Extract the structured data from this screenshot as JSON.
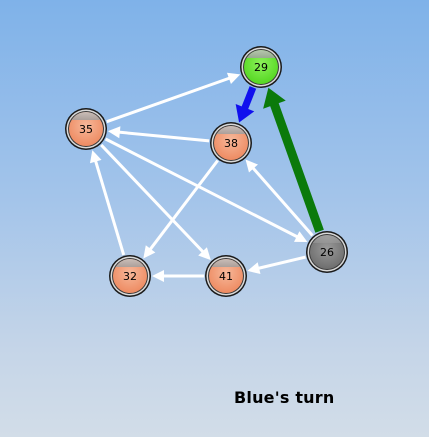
{
  "status": {
    "turn_text": "Blue's turn"
  },
  "colors": {
    "peach": "#f0a07c",
    "peach_dark": "#ee8e66",
    "green_node": "#71e53a",
    "gray_node": "#8a8a8a",
    "edge_white": "#ffffff",
    "edge_blue": "#1010ee",
    "edge_green": "#0b7a0b"
  },
  "nodes": [
    {
      "id": "n29",
      "label": "29",
      "kind": "green"
    },
    {
      "id": "n35",
      "label": "35",
      "kind": "peach"
    },
    {
      "id": "n38",
      "label": "38",
      "kind": "peach"
    },
    {
      "id": "n26",
      "label": "26",
      "kind": "gray"
    },
    {
      "id": "n32",
      "label": "32",
      "kind": "peach"
    },
    {
      "id": "n41",
      "label": "41",
      "kind": "peach"
    }
  ],
  "edges": [
    {
      "from": "n35",
      "to": "n29",
      "kind": "white"
    },
    {
      "from": "n38",
      "to": "n35",
      "kind": "white"
    },
    {
      "from": "n35",
      "to": "n26",
      "kind": "white"
    },
    {
      "from": "n35",
      "to": "n41",
      "kind": "white"
    },
    {
      "from": "n32",
      "to": "n35",
      "kind": "white"
    },
    {
      "from": "n38",
      "to": "n32",
      "kind": "white"
    },
    {
      "from": "n26",
      "to": "n38",
      "kind": "white"
    },
    {
      "from": "n26",
      "to": "n41",
      "kind": "white"
    },
    {
      "from": "n41",
      "to": "n32",
      "kind": "white"
    },
    {
      "from": "n29",
      "to": "n38",
      "kind": "blue"
    },
    {
      "from": "n26",
      "to": "n29",
      "kind": "green"
    }
  ]
}
